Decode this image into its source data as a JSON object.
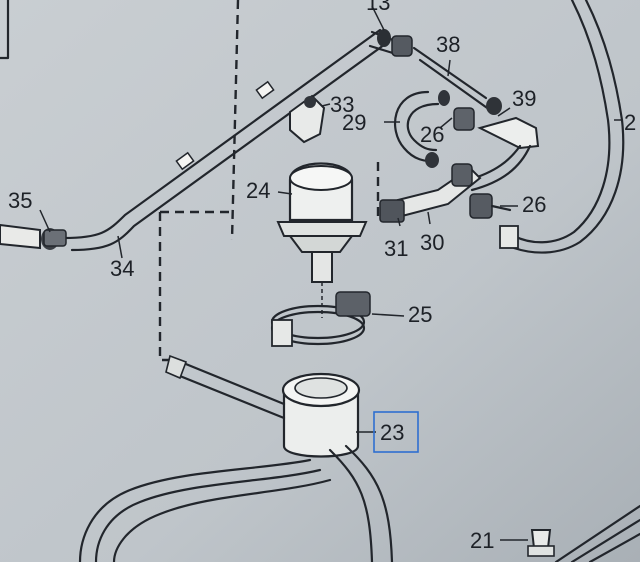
{
  "diagram": {
    "callouts": [
      {
        "id": "c13",
        "text": "13"
      },
      {
        "id": "c38",
        "text": "38"
      },
      {
        "id": "c33",
        "text": "33"
      },
      {
        "id": "c39",
        "text": "39"
      },
      {
        "id": "c29",
        "text": "29"
      },
      {
        "id": "c26a",
        "text": "26"
      },
      {
        "id": "c2",
        "text": "2"
      },
      {
        "id": "c24",
        "text": "24"
      },
      {
        "id": "c35",
        "text": "35"
      },
      {
        "id": "c26b",
        "text": "26"
      },
      {
        "id": "c31",
        "text": "31"
      },
      {
        "id": "c30",
        "text": "30"
      },
      {
        "id": "c34",
        "text": "34"
      },
      {
        "id": "c25",
        "text": "25"
      },
      {
        "id": "c23",
        "text": "23"
      },
      {
        "id": "c21",
        "text": "21"
      }
    ],
    "highlight_color": "#2f6fd0",
    "paper_color": "#c4cace",
    "ink_color": "#22262c"
  }
}
